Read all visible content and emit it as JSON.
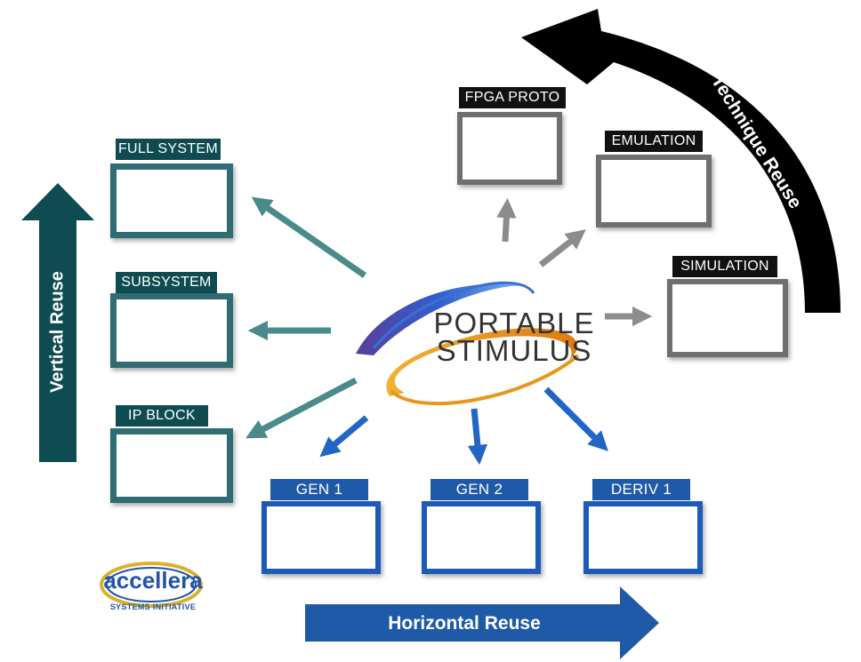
{
  "center": {
    "line1": "PORTABLE",
    "line2": "STIMULUS"
  },
  "vertical_reuse": {
    "label": "Vertical Reuse",
    "color": "#0f4c52"
  },
  "horizontal_reuse": {
    "label": "Horizontal Reuse",
    "color": "#1e5aa8"
  },
  "technique_reuse": {
    "label": "Technique Reuse",
    "color": "#000000"
  },
  "vertical_levels": [
    {
      "label": "FULL SYSTEM"
    },
    {
      "label": "SUBSYSTEM"
    },
    {
      "label": "IP BLOCK"
    }
  ],
  "horizontal_items": [
    {
      "label": "GEN 1"
    },
    {
      "label": "GEN 2"
    },
    {
      "label": "DERIV 1"
    }
  ],
  "technique_items": [
    {
      "label": "FPGA PROTO"
    },
    {
      "label": "EMULATION"
    },
    {
      "label": "SIMULATION"
    }
  ],
  "logo": {
    "name": "accellera",
    "tagline": "SYSTEMS INITIATIVE"
  },
  "colors": {
    "teal_arrow": "#4a8a8a",
    "blue_arrow": "#2266c4",
    "gray_arrow": "#8c8c8c",
    "ring_orange": "#e8961e",
    "ring_blue": "#3a6fd0",
    "ring_purple": "#5a3e9a"
  }
}
